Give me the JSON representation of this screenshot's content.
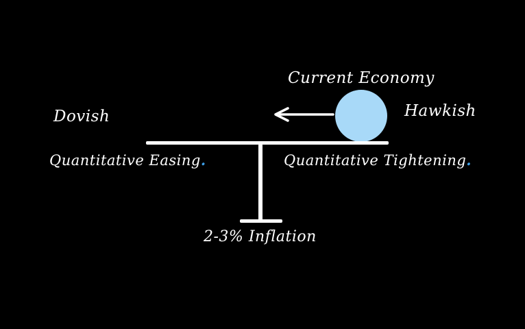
{
  "diagram": {
    "title": "Current Economy",
    "left_side": {
      "policy": "Dovish",
      "action": "Quantitative Easing",
      "period": "."
    },
    "right_side": {
      "policy": "Hawkish",
      "action": "Quantitative Tightening",
      "period": "."
    },
    "target": "2-3% Inflation"
  },
  "icons": {
    "ball": "economy-ball",
    "arrow": "left-arrow"
  },
  "colors": {
    "background": "#000000",
    "text": "#ffffff",
    "ball": "#a8d9f8",
    "period_accent": "#3d9fe8",
    "lines": "#ffffff"
  }
}
